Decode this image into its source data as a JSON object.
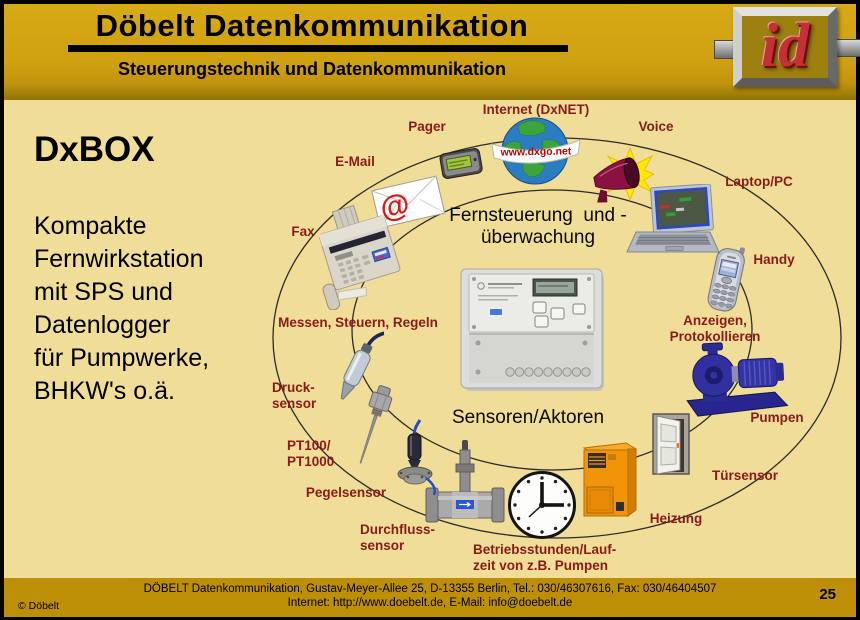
{
  "header": {
    "title": "Döbelt Datenkommunikation",
    "subtitle": "Steuerungstechnik und Datenkommunikation",
    "logo_text": "id"
  },
  "intro": {
    "heading": "DxBOX",
    "description": "Kompakte\nFernwirkstation\nmit SPS und\nDatenlogger\nfür Pumpwerke,\nBHKW's o.ä."
  },
  "diagram": {
    "center_top": "Fernsteuerung  und -\nüberwachung",
    "center_bottom": "Sensoren/Aktoren",
    "globe_banner": "www.dxgo.net",
    "email_symbol": "@",
    "labels": {
      "internet": "Internet (DxNET)",
      "pager": "Pager",
      "voice": "Voice",
      "email": "E-Mail",
      "laptop_pc": "Laptop/PC",
      "fax": "Fax",
      "handy": "Handy",
      "messen": "Messen, Steuern, Regeln",
      "anzeigen": "Anzeigen, Protokollieren",
      "druck": "Druck-\nsensor",
      "pumpen": "Pumpen",
      "pt100": "PT100/\nPT1000",
      "tuersensor": "Türsensor",
      "pegelsensor": "Pegelsensor",
      "heizung": "Heizung",
      "durchfluss": "Durchfluss-\nsensor",
      "betriebsstunden": "Betriebsstunden/Lauf-\nzeit von z.B. Pumpen"
    }
  },
  "footer": {
    "line1": "DÖBELT Datenkommunikation, Gustav-Meyer-Allee 25, D-13355 Berlin, Tel.: 030/46307616, Fax: 030/46404507",
    "line2": "Internet: http://www.doebelt.de, E-Mail: info@doebelt.de",
    "copyright": "© Döbelt",
    "page": "25"
  },
  "colors": {
    "header_gold": "#cfa011",
    "content_tan": "#f0dd98",
    "footer_gold": "#bd8f06",
    "label_maroon": "#8b1a1a",
    "logo_red": "#c23232"
  }
}
